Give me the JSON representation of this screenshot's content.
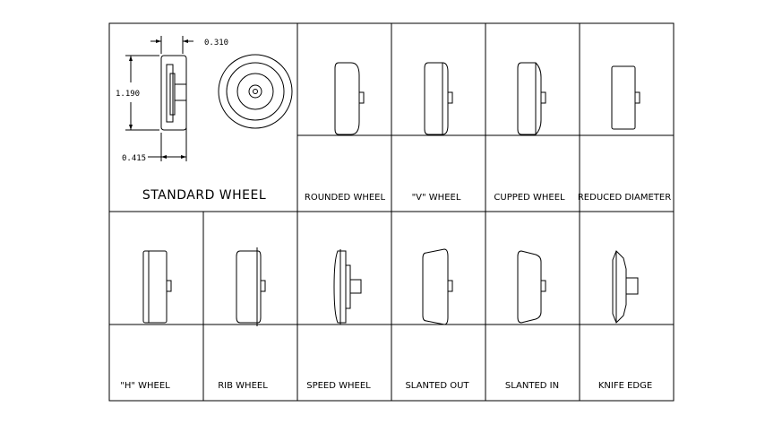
{
  "standard": {
    "label": "STANDARD WHEEL",
    "dim_width": "0.310",
    "dim_height": "1.190",
    "dim_offset": "0.415"
  },
  "top_row": [
    "ROUNDED WHEEL",
    "\"V\" WHEEL",
    "CUPPED WHEEL",
    "REDUCED DIAMETER"
  ],
  "bottom_row": [
    "\"H\" WHEEL",
    "RIB WHEEL",
    "SPEED WHEEL",
    "SLANTED OUT",
    "SLANTED IN",
    "KNIFE EDGE"
  ]
}
